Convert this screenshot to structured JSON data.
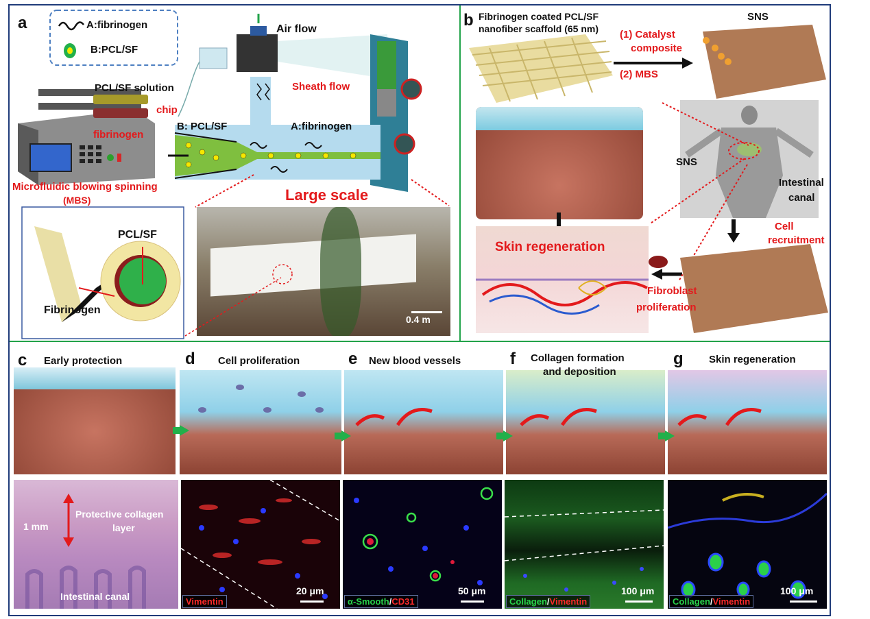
{
  "panel_a": {
    "letter": "a",
    "legend_a": "A:fibrinogen",
    "legend_b": "B:PCL/SF",
    "air_flow": "Air flow",
    "pcl_solution": "PCL/SF solution",
    "chip": "chip",
    "fibrinogen": "fibrinogen",
    "sheath_flow": "Sheath flow",
    "b_pcl": "B: PCL/SF",
    "a_fib": "A:fibrinogen",
    "mbs_line1": "Microfluidic blowing spinning",
    "mbs_line2": "(MBS)",
    "large_scale": "Large scale",
    "fiber_pcl": "PCL/SF",
    "fiber_fib": "Fibrinogen",
    "scale": "0.4 m"
  },
  "panel_b": {
    "letter": "b",
    "scaffold_line1": "Fibrinogen coated PCL/SF",
    "scaffold_line2": "nanofiber scaffold  (65 nm)",
    "step1_line1": "(1) Catalyst",
    "step1_line2": "composite",
    "step2": "(2) MBS",
    "sns_top": "SNS",
    "sns_body": "SNS",
    "intestinal_line1": "Intestinal",
    "intestinal_line2": "canal",
    "cell_line1": "Cell",
    "cell_line2": "recruitment",
    "skin_regen": "Skin regeneration",
    "fibro_line1": "Fibroblast",
    "fibro_line2": "proliferation"
  },
  "panel_c": {
    "letter": "c",
    "title": "Early protection",
    "scale": "1 mm",
    "protective_line1": "Protective collagen",
    "protective_line2": "layer",
    "intestinal": "Intestinal canal"
  },
  "panel_d": {
    "letter": "d",
    "title": "Cell proliferation",
    "stain": "Vimentin",
    "scale": "20 μm"
  },
  "panel_e": {
    "letter": "e",
    "title": "New blood vessels",
    "stain_a": "α-Smooth",
    "stain_sep": "/",
    "stain_b": "CD31",
    "scale": "50 μm"
  },
  "panel_f": {
    "letter": "f",
    "title_line1": "Collagen formation",
    "title_line2": "and deposition",
    "stain_a": "Collagen",
    "stain_sep": "/",
    "stain_b": "Vimentin",
    "scale": "100 μm"
  },
  "panel_g": {
    "letter": "g",
    "title": "Skin regeneration",
    "stain_a": "Collagen",
    "stain_sep": "/",
    "stain_b": "Vimentin",
    "scale": "100 μm"
  },
  "colors": {
    "frame": "#1f3b7a",
    "divider": "#22a34a",
    "label_red": "#e31a1c",
    "tissue": "#c97060",
    "water": "#8fd0e8"
  }
}
